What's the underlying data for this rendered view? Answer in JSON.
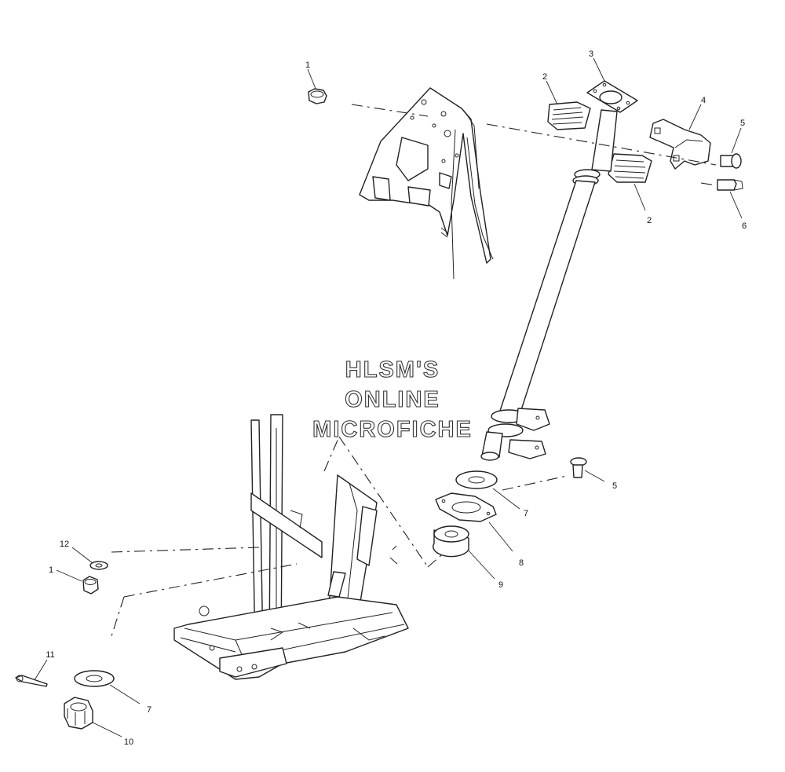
{
  "watermark": {
    "line1": "HLSM'S",
    "line2": "ONLINE",
    "line3": "MICROFICHE"
  },
  "callouts": {
    "c1_top": "1",
    "c2_top": "2",
    "c3": "3",
    "c4": "4",
    "c5_top": "5",
    "c2_mid": "2",
    "c6": "6",
    "c5_mid": "5",
    "c7_mid": "7",
    "c8": "8",
    "c9": "9",
    "c12": "12",
    "c1_left": "1",
    "c11": "11",
    "c7_bottom": "7",
    "c10": "10"
  }
}
